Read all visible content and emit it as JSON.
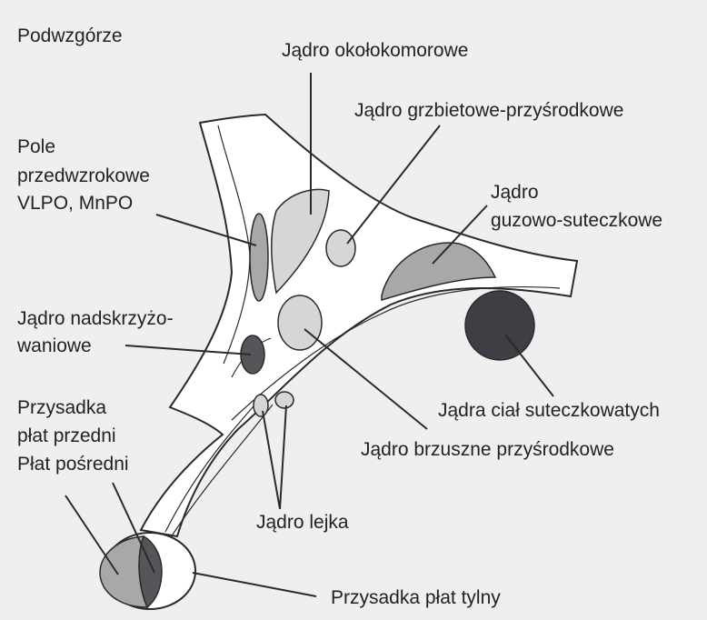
{
  "title": "Podwzgórze",
  "labels": {
    "paraventricular": "Jądro okołokomorowe",
    "dorsomedial": "Jądro grzbietowe-przyśrodkowe",
    "preoptic_1": "Pole",
    "preoptic_2": "przedwzrokowe",
    "preoptic_3": "VLPO, MnPO",
    "tuberomammillary_1": "Jądro",
    "tuberomammillary_2": "guzowo-suteczkowe",
    "suprachiasmatic_1": "Jądro nadskrzyżo-",
    "suprachiasmatic_2": "waniowe",
    "mammillary": "Jądra ciał suteczkowatych",
    "ventromedial": "Jądro brzuszne przyśrodkowe",
    "pituitary_anterior_1": "Przysadka",
    "pituitary_anterior_2": "płat przedni",
    "pituitary_intermediate": "Płat pośredni",
    "arcuate": "Jądro lejka",
    "pituitary_posterior": "Przysadka płat tylny"
  },
  "colors": {
    "background": "#efefef",
    "region_fill": "#ffffff",
    "outline": "#2a2a2a",
    "light_nucleus": "#d6d6d6",
    "mid_nucleus": "#a8a8a8",
    "dark_nucleus": "#55555a",
    "mammillary": "#3e3e44"
  }
}
